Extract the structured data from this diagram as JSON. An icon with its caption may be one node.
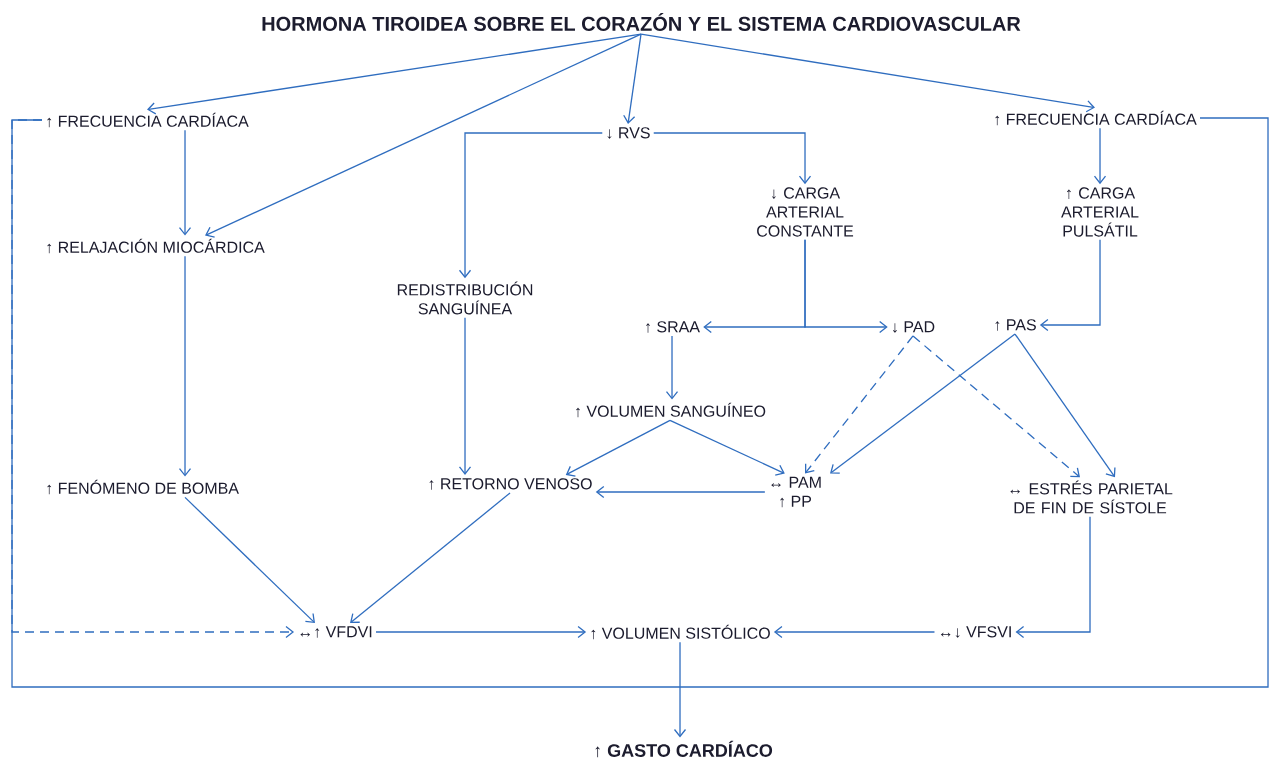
{
  "diagram": {
    "nodes": [
      {
        "text": [
          "HORMONA TIROIDEA SOBRE EL CORAZÓN Y EL SISTEMA CARDIOVASCULAR"
        ]
      },
      {
        "text": [
          "↑ FRECUENCIA CARDÍACA"
        ]
      },
      {
        "text": [
          "↓ RVS"
        ]
      },
      {
        "text": [
          "↑ FRECUENCIA CARDÍACA"
        ]
      },
      {
        "text": [
          "↑ RELAJACIÓN MIOCÁRDICA"
        ]
      },
      {
        "text": [
          "↓ CARGA ARTERIAL CONSTANTE"
        ]
      },
      {
        "text": [
          "↑ CARGA ARTERIAL PULSÁTIL"
        ]
      },
      {
        "text": [
          "REDISTRIBUCIÓN SANGUÍNEA"
        ]
      },
      {
        "text": [
          "↑ SRAA"
        ]
      },
      {
        "text": [
          "↓ PAD"
        ]
      },
      {
        "text": [
          "↑ PAS"
        ]
      },
      {
        "text": [
          "↑ VOLUMEN SANGUÍNEO"
        ]
      },
      {
        "text": [
          "↑ FENÓMENO DE BOMBA"
        ]
      },
      {
        "text": [
          "↑ RETORNO VENOSO"
        ]
      },
      {
        "text": [
          "↔ PAM",
          "↑ PP"
        ]
      },
      {
        "text": [
          "↔ ESTRÉS PARIETAL DE FIN DE SÍSTOLE"
        ]
      },
      {
        "text": [
          "↔↑ VFDVI"
        ]
      },
      {
        "text": [
          "↑ VOLUMEN SISTÓLICO"
        ]
      },
      {
        "text": [
          "↔↓ VFSVI"
        ]
      },
      {
        "text": [
          "↑ GASTO CARDÍACO"
        ]
      }
    ],
    "edges": [
      {
        "from": 0,
        "to": 1,
        "arrow": "to"
      },
      {
        "from": 0,
        "to": 4,
        "arrow": "to"
      },
      {
        "from": 0,
        "to": 2,
        "arrow": "to"
      },
      {
        "from": 0,
        "to": 3,
        "arrow": "to"
      },
      {
        "from": 1,
        "to": 4,
        "arrow": "to"
      },
      {
        "from": 4,
        "to": 12,
        "arrow": "to"
      },
      {
        "from": 2,
        "to": 7,
        "arrow": "to"
      },
      {
        "from": 2,
        "to": 5,
        "arrow": "to"
      },
      {
        "from": 3,
        "to": 6,
        "arrow": "to"
      },
      {
        "from": 5,
        "to": 8,
        "arrow": "to"
      },
      {
        "from": 5,
        "to": 9,
        "arrow": "to"
      },
      {
        "from": 6,
        "to": 10,
        "arrow": "to"
      },
      {
        "from": 7,
        "to": 13,
        "arrow": "to"
      },
      {
        "from": 8,
        "to": 11,
        "arrow": "to"
      },
      {
        "from": 11,
        "to": 13,
        "arrow": "to"
      },
      {
        "from": 11,
        "to": 14,
        "arrow": "to"
      },
      {
        "from": 9,
        "to": 14,
        "arrow": "to",
        "style": "dashed"
      },
      {
        "from": 9,
        "to": 15,
        "arrow": "to",
        "style": "dashed"
      },
      {
        "from": 10,
        "to": 14,
        "arrow": "to"
      },
      {
        "from": 10,
        "to": 15,
        "arrow": "to"
      },
      {
        "from": 14,
        "to": 13,
        "arrow": "to"
      },
      {
        "from": 12,
        "to": 16,
        "arrow": "to"
      },
      {
        "from": 13,
        "to": 16,
        "arrow": "to"
      },
      {
        "from": 15,
        "to": 18,
        "arrow": "to"
      },
      {
        "from": 16,
        "to": 17,
        "arrow": "to"
      },
      {
        "from": 18,
        "to": 17,
        "arrow": "to"
      },
      {
        "from": 17,
        "to": 19,
        "arrow": "to"
      },
      {
        "from": 1,
        "to": 3,
        "arrow": "none"
      },
      {
        "from": 1,
        "to": 16,
        "arrow": "to",
        "style": "dashed"
      }
    ]
  }
}
